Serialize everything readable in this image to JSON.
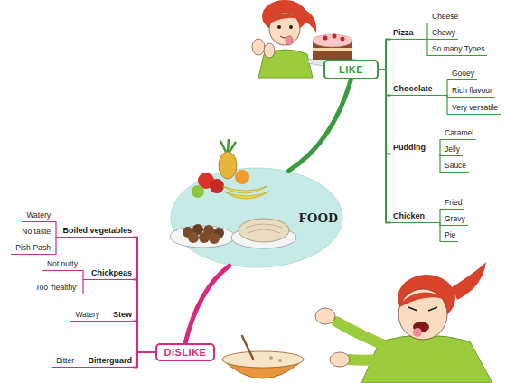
{
  "diagram": {
    "nodes": [
      {
        "text": [
          "FOOD"
        ]
      },
      {
        "text": [
          "LIKE"
        ]
      },
      {
        "text": [
          "Pizza"
        ]
      },
      {
        "text": [
          "Cheese"
        ]
      },
      {
        "text": [
          "Chewy"
        ]
      },
      {
        "text": [
          "So many Types"
        ]
      },
      {
        "text": [
          "Chocolate"
        ]
      },
      {
        "text": [
          "Gooey"
        ]
      },
      {
        "text": [
          "Rich flavour"
        ]
      },
      {
        "text": [
          "Very versatile"
        ]
      },
      {
        "text": [
          "Pudding"
        ]
      },
      {
        "text": [
          "Caramel"
        ]
      },
      {
        "text": [
          "Jelly"
        ]
      },
      {
        "text": [
          "Sauce"
        ]
      },
      {
        "text": [
          "Chicken"
        ]
      },
      {
        "text": [
          "Fried"
        ]
      },
      {
        "text": [
          "Gravy"
        ]
      },
      {
        "text": [
          "Pie"
        ]
      },
      {
        "text": [
          "DISLIKE"
        ]
      },
      {
        "text": [
          "Boiled vegetables"
        ]
      },
      {
        "text": [
          "Watery"
        ]
      },
      {
        "text": [
          "No taste"
        ]
      },
      {
        "text": [
          "Pish-Pash"
        ]
      },
      {
        "text": [
          "Chickpeas"
        ]
      },
      {
        "text": [
          "Not nutty"
        ]
      },
      {
        "text": [
          "Too 'healthy'"
        ]
      },
      {
        "text": [
          "Stew"
        ]
      },
      {
        "text": [
          "Watery"
        ]
      },
      {
        "text": [
          "Bitterguard"
        ]
      },
      {
        "text": [
          "Bitter"
        ]
      }
    ],
    "edges": [
      {
        "from": 0,
        "to": 1,
        "arrow": "none"
      },
      {
        "from": 1,
        "to": 2,
        "arrow": "none"
      },
      {
        "from": 2,
        "to": 3,
        "arrow": "none"
      },
      {
        "from": 2,
        "to": 4,
        "arrow": "none"
      },
      {
        "from": 2,
        "to": 5,
        "arrow": "none"
      },
      {
        "from": 1,
        "to": 6,
        "arrow": "none"
      },
      {
        "from": 6,
        "to": 7,
        "arrow": "none"
      },
      {
        "from": 6,
        "to": 8,
        "arrow": "none"
      },
      {
        "from": 6,
        "to": 9,
        "arrow": "none"
      },
      {
        "from": 1,
        "to": 10,
        "arrow": "none"
      },
      {
        "from": 10,
        "to": 11,
        "arrow": "none"
      },
      {
        "from": 10,
        "to": 12,
        "arrow": "none"
      },
      {
        "from": 10,
        "to": 13,
        "arrow": "none"
      },
      {
        "from": 1,
        "to": 14,
        "arrow": "none"
      },
      {
        "from": 14,
        "to": 15,
        "arrow": "none"
      },
      {
        "from": 14,
        "to": 16,
        "arrow": "none"
      },
      {
        "from": 14,
        "to": 17,
        "arrow": "none"
      },
      {
        "from": 0,
        "to": 18,
        "arrow": "none"
      },
      {
        "from": 18,
        "to": 19,
        "arrow": "none"
      },
      {
        "from": 19,
        "to": 20,
        "arrow": "none"
      },
      {
        "from": 19,
        "to": 21,
        "arrow": "none"
      },
      {
        "from": 19,
        "to": 22,
        "arrow": "none"
      },
      {
        "from": 18,
        "to": 23,
        "arrow": "none"
      },
      {
        "from": 23,
        "to": 24,
        "arrow": "none"
      },
      {
        "from": 23,
        "to": 25,
        "arrow": "none"
      },
      {
        "from": 18,
        "to": 26,
        "arrow": "none"
      },
      {
        "from": 26,
        "to": 27,
        "arrow": "none"
      },
      {
        "from": 18,
        "to": 28,
        "arrow": "none"
      },
      {
        "from": 28,
        "to": 29,
        "arrow": "none"
      }
    ]
  }
}
